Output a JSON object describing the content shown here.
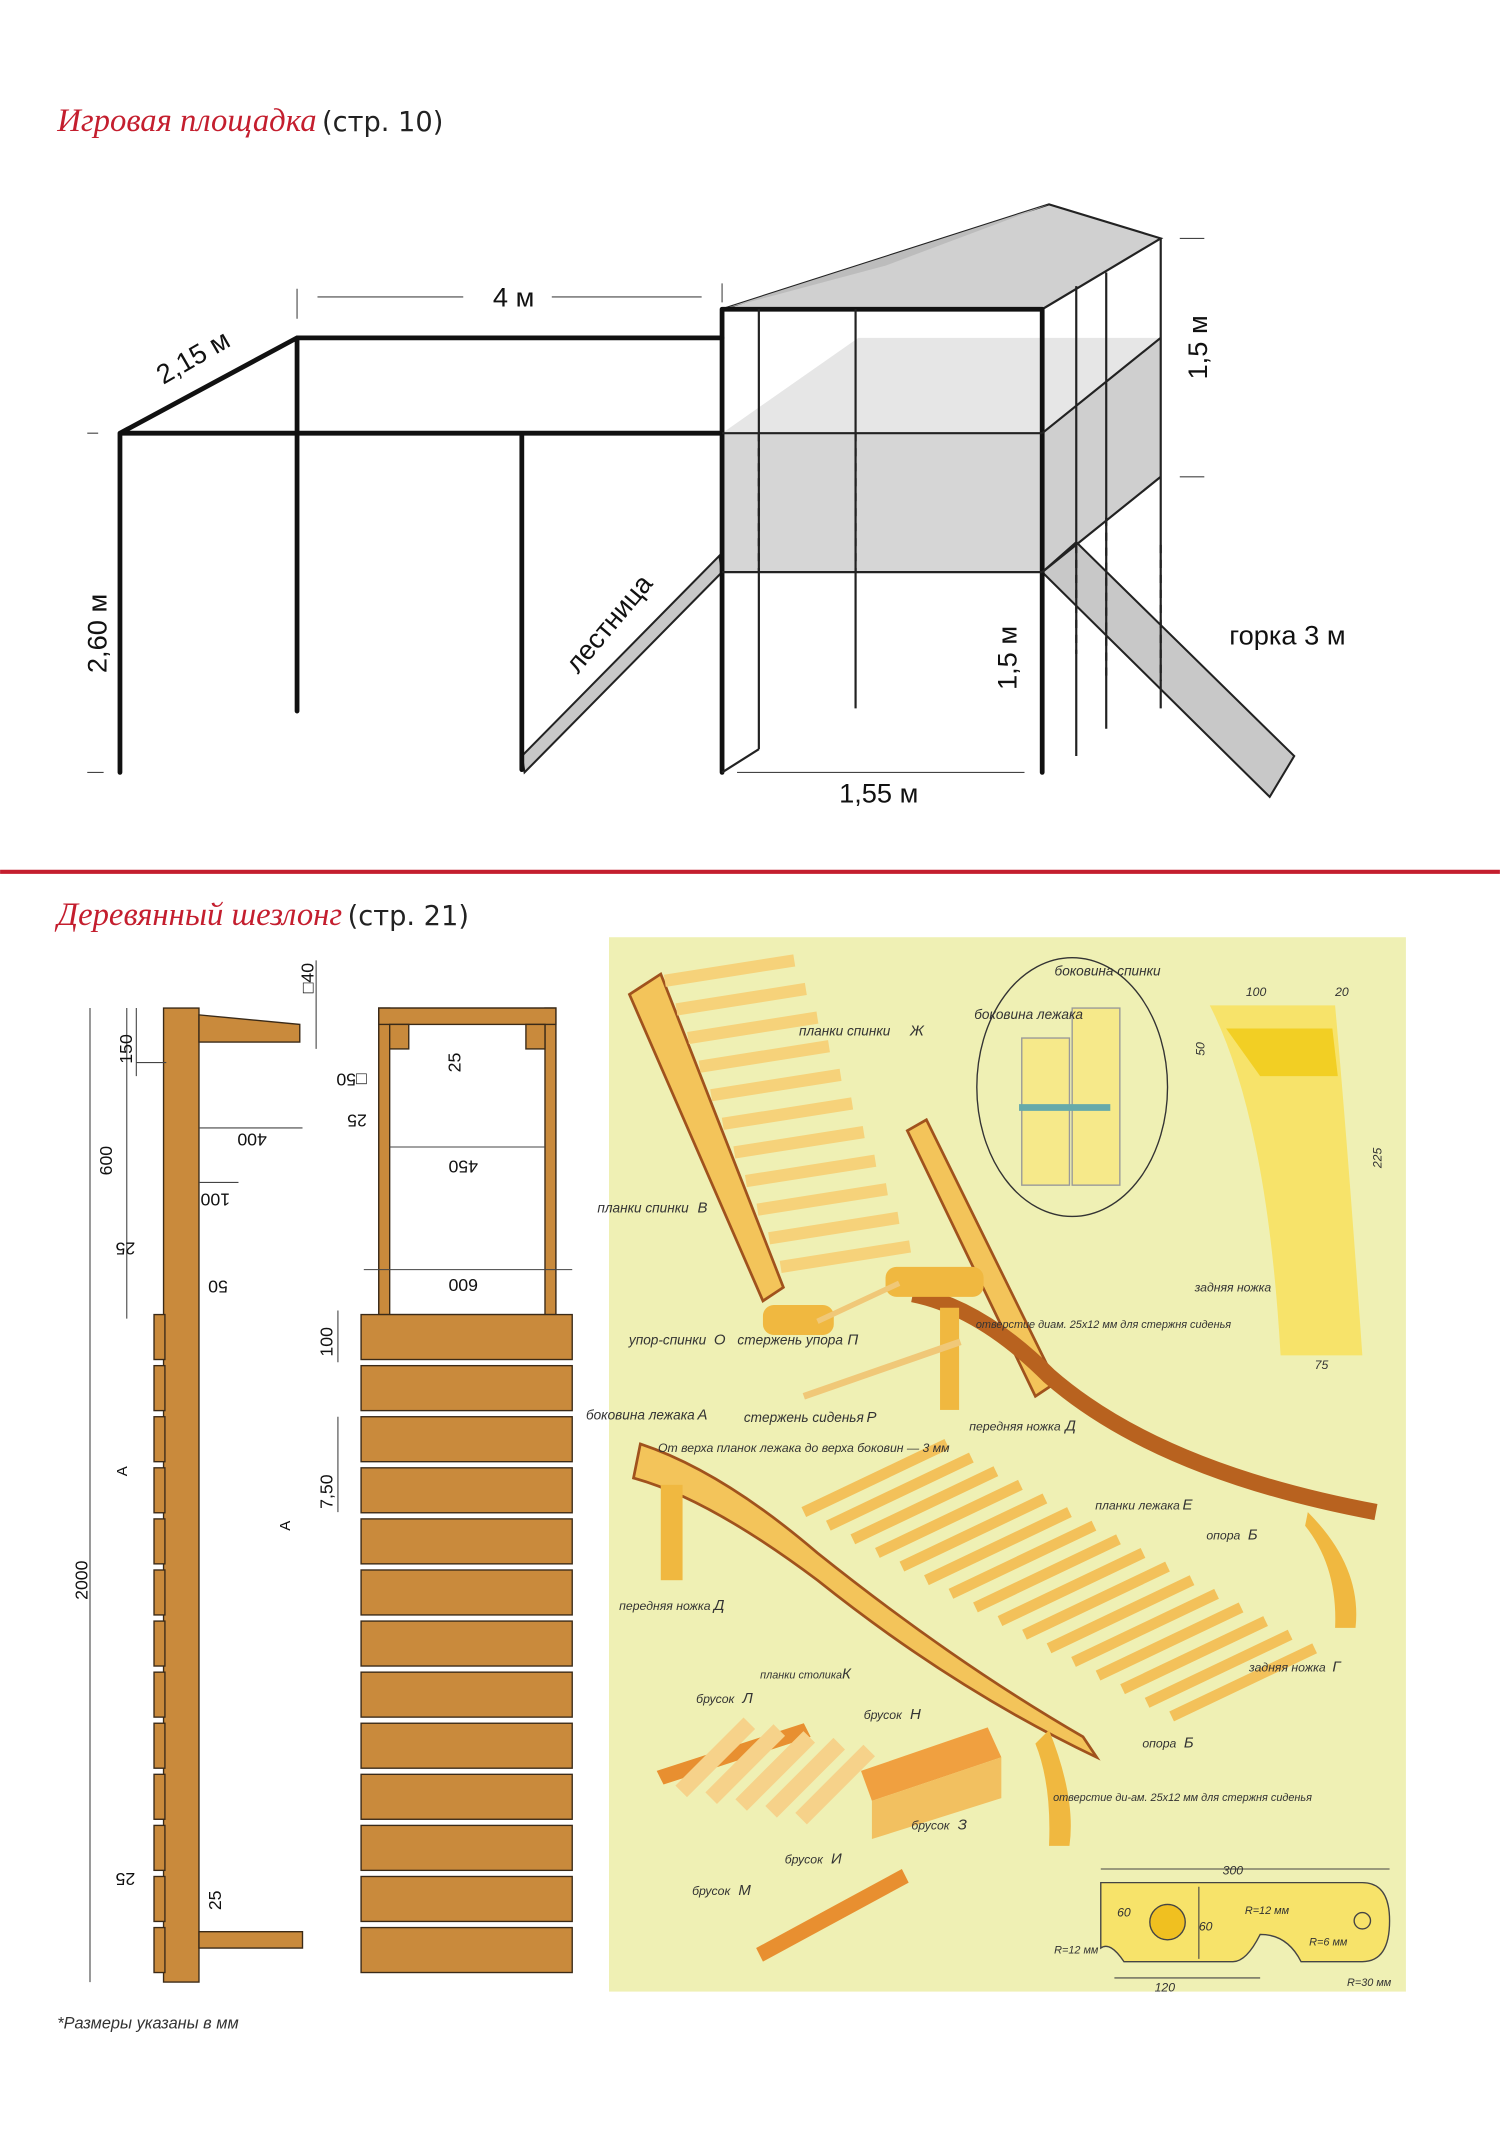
{
  "section1": {
    "title": "Игровая площадка",
    "page_ref": "(стр. 10)",
    "labels": {
      "length": "4 м",
      "depth": "2,15 м",
      "height": "2,60 м",
      "ladder": "лестница",
      "tower_lower_height": "1,5 м",
      "tower_width": "1,55 м",
      "tower_upper_height": "1,5 м",
      "slide": "горка 3 м"
    }
  },
  "section2": {
    "title": "Деревянный шезлонг",
    "page_ref": "(стр. 21)",
    "drawing_dims": {
      "d150": "150",
      "d600": "600",
      "d2000": "2000",
      "d25a": "25",
      "d100a": "100",
      "d400": "400",
      "d50": "50",
      "sq40": "□40",
      "d25b": "25",
      "sq50": "□50",
      "d25c": "25",
      "d450": "450",
      "d600b": "600",
      "d100b": "100",
      "d750": "7,50",
      "a1": "А",
      "a2": "А",
      "d25d": "25",
      "d25e": "25"
    },
    "footnote": "*Размеры указаны в мм",
    "panel": {
      "back_slats_zh": "планки спинки",
      "marker_zh": "Ж",
      "bed_side": "боковина лежака",
      "back_side": "боковина спинки",
      "leg_dim_100": "100",
      "leg_dim_20": "20",
      "leg_dim_50": "50",
      "leg_dim_225": "225",
      "leg_dim_75": "75",
      "rear_leg_detail": "задняя ножка",
      "back_slats_v": "планки спинки",
      "marker_v": "В",
      "back_stop": "упор-спинки",
      "marker_o": "О",
      "stop_rod": "стержень упора",
      "marker_p": "П",
      "hole_note_1": "отверстие диам. 25x12 мм для стержня сиденья",
      "seat_rod": "стержень сиденья",
      "marker_r": "Р",
      "front_leg_1": "передняя ножка",
      "marker_d1": "Д",
      "bed_side_a": "боковина лежака",
      "marker_a": "А",
      "slat_note": "От верха планок лежака до верха боковин — 3 мм",
      "bed_slats": "планки лежака",
      "marker_e": "Е",
      "support_1": "опора",
      "marker_b1": "Б",
      "front_leg_2": "передняя ножка",
      "marker_d2": "Д",
      "rear_leg": "задняя ножка",
      "marker_g": "Г",
      "bar_l": "брусок",
      "marker_l": "Л",
      "table_slats": "планки столика",
      "marker_k": "К",
      "bar_n": "брусок",
      "marker_n": "Н",
      "bar_z": "брусок",
      "marker_z": "З",
      "bar_i": "брусок",
      "marker_i": "И",
      "bar_m": "брусок",
      "marker_m": "М",
      "support_2": "опора",
      "marker_b2": "Б",
      "hole_note_2": "отверстие ди-ам. 25x12 мм для стержня сиденья",
      "dim_300": "300",
      "dim_60a": "60",
      "dim_60b": "60",
      "dim_120": "120",
      "r12a": "R=12 мм",
      "r12b": "R=12 мм",
      "r6": "R=6 мм",
      "r30": "R=30 мм"
    }
  },
  "colors": {
    "accent": "#c41e2e",
    "panel": "#eff0b4",
    "wood": "#c98a3c"
  }
}
